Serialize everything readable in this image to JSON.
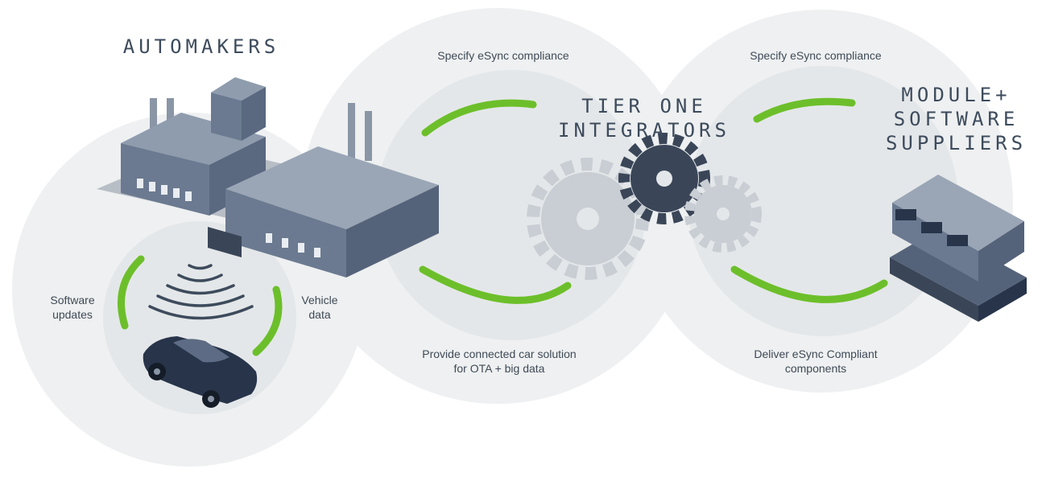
{
  "headings": {
    "automakers": "AUTOMAKERS",
    "tier_one_line1": "TIER ONE",
    "tier_one_line2": "INTEGRATORS",
    "suppliers_line1": "MODULE+",
    "suppliers_line2": "SOFTWARE",
    "suppliers_line3": "SUPPLIERS"
  },
  "labels": {
    "specify_left": "Specify eSync compliance",
    "specify_right": "Specify eSync compliance",
    "software_updates_line1": "Software",
    "software_updates_line2": "updates",
    "vehicle_data_line1": "Vehicle",
    "vehicle_data_line2": "data",
    "provide_line1": "Provide connected car solution",
    "provide_line2": "for OTA + big data",
    "deliver_line1": "Deliver eSync Compliant",
    "deliver_line2": "components"
  },
  "colors": {
    "arrow_green": "#6cbf2a",
    "circle_fill": "#eef0f1",
    "inner_circle_fill": "#e4e7e9",
    "text_dark": "#3d4b5c",
    "building_blue": "#6b7a90",
    "gear_light": "#c9ced4",
    "gear_dark": "#3a4658",
    "car_navy": "#27344a"
  },
  "icons": [
    "factory-icon",
    "car-icon",
    "signal-waves-icon",
    "gear-icon",
    "ecu-module-icon",
    "arrow-icon"
  ]
}
